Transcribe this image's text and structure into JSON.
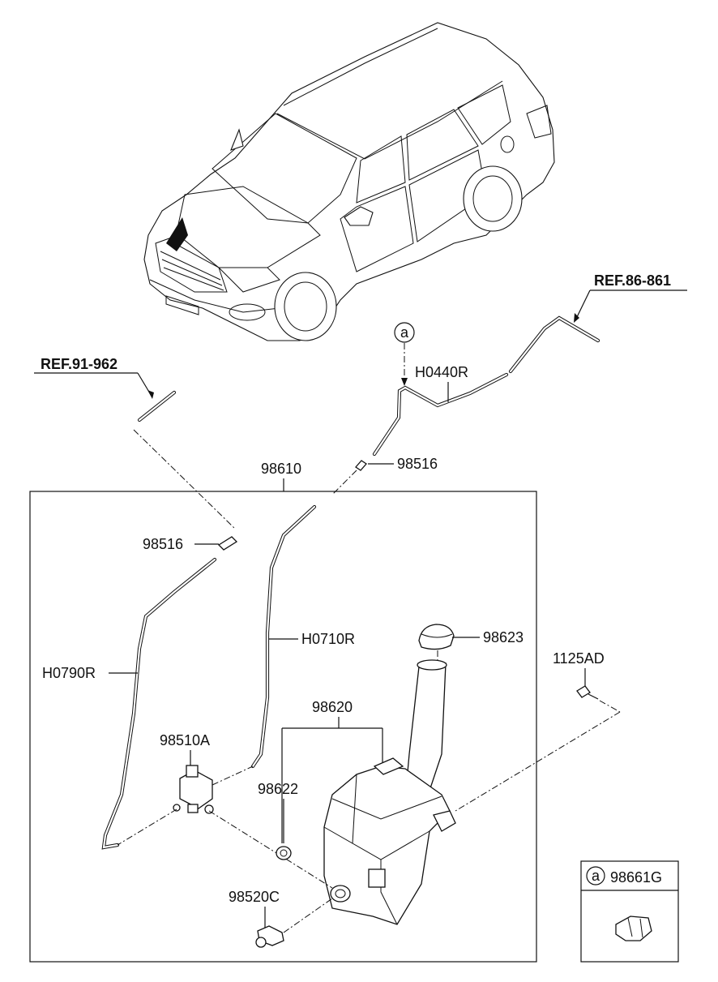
{
  "refs": {
    "ref_left": "REF.91-962",
    "ref_right": "REF.86-861"
  },
  "callout": {
    "circle_letter": "a"
  },
  "labels": {
    "h0440r": "H0440R",
    "p98516_top": "98516",
    "p98610": "98610",
    "p98516_left": "98516",
    "h0710r": "H0710R",
    "p98623": "98623",
    "h0790r": "H0790R",
    "p1125ad": "1125AD",
    "p98620": "98620",
    "p98510a": "98510A",
    "p98622": "98622",
    "p98520c": "98520C"
  },
  "legend": {
    "letter": "a",
    "part_number": "98661G"
  }
}
